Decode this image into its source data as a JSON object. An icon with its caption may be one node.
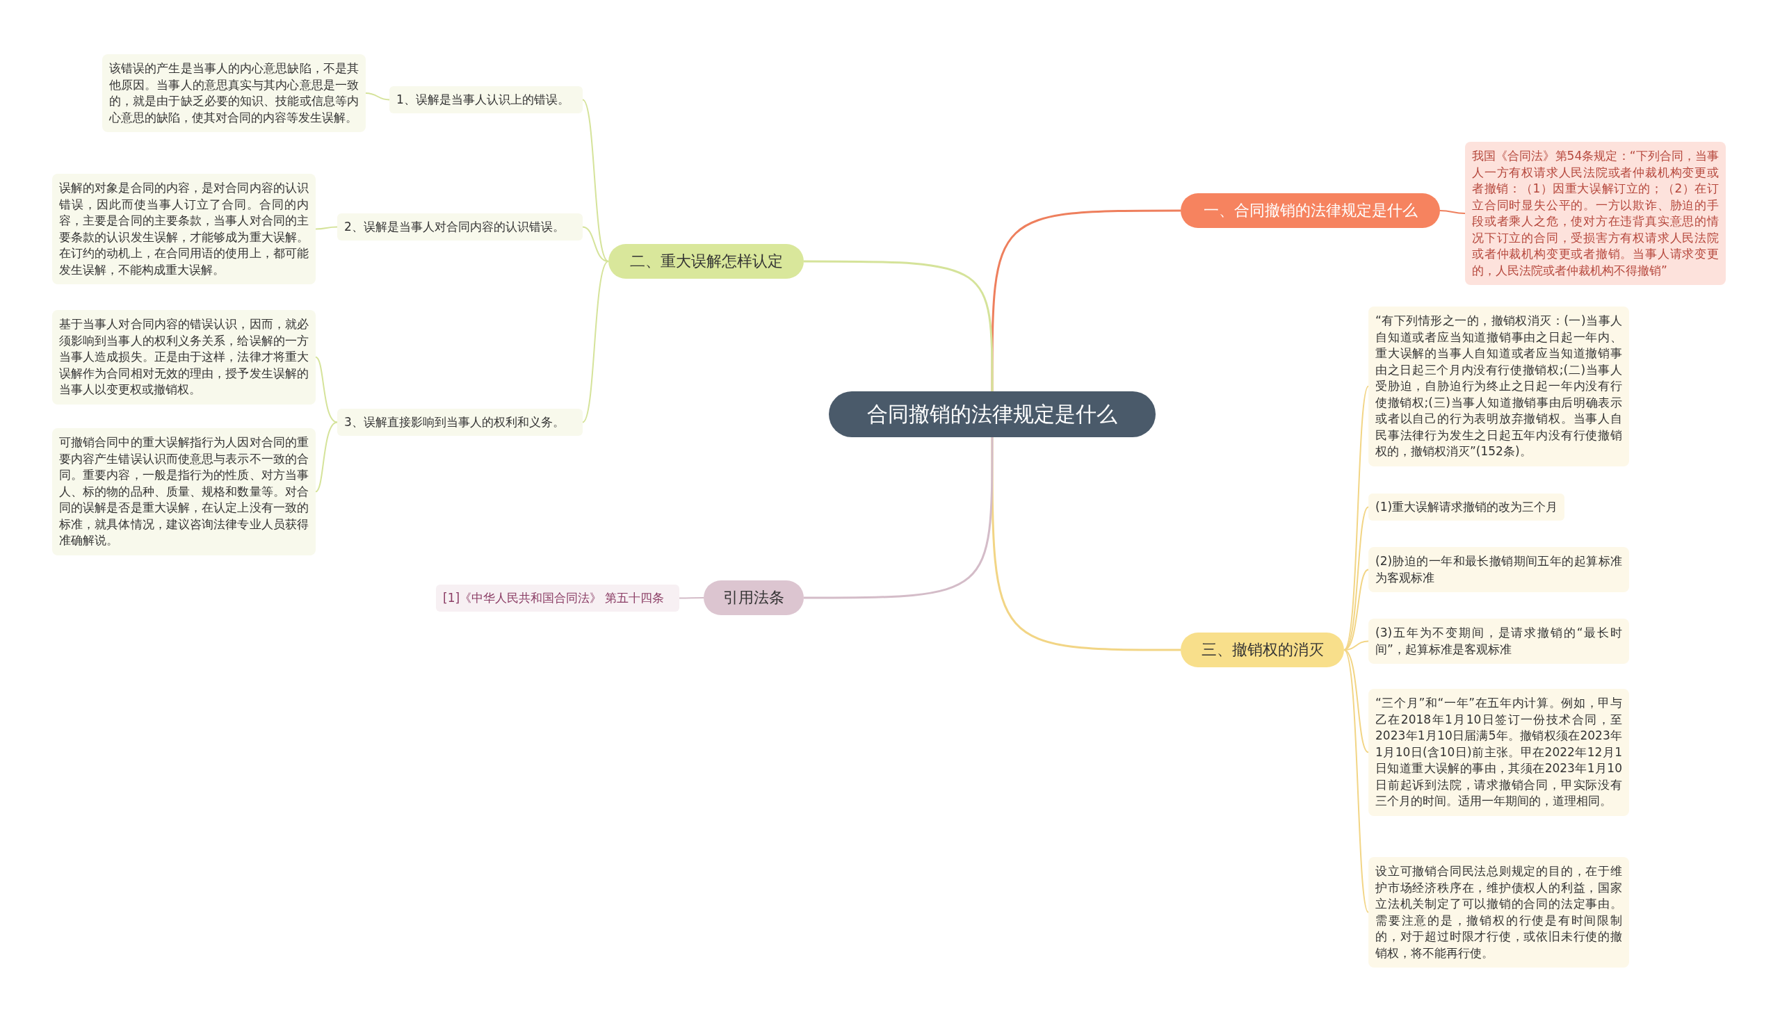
{
  "diagram": {
    "nodes": [
      {
        "text": [
          "合同撤销的法律规定是什么"
        ]
      },
      {
        "text": [
          "一、合同撤销的法律规定是什么"
        ]
      },
      {
        "text": [
          "我国《合同法》第54条规定：“下列合同，当事人一方有权请求人民法院或者仲裁机构变更或者撤销：（1）因重大误解订立的；（2）在订立合同时显失公平的。一方以欺诈、胁迫的手段或者乘人之危，使对方在违背真实意思的情况下订立的合同，受损害方有权请求人民法院或者仲裁机构变更或者撤销。当事人请求变更的，人民法院或者仲裁机构不得撤销”"
        ]
      },
      {
        "text": [
          "二、重大误解怎样认定"
        ]
      },
      {
        "text": [
          "1、误解是当事人认识上的错误。"
        ]
      },
      {
        "text": [
          "该错误的产生是当事人的内心意思缺陷，不是其他原因。当事人的意思真实与其内心意思是一致的，就是由于缺乏必要的知识、技能或信息等内心意思的缺陷，使其对合同的内容等发生误解。"
        ]
      },
      {
        "text": [
          "2、误解是当事人对合同内容的认识错误。"
        ]
      },
      {
        "text": [
          "误解的对象是合同的内容，是对合同内容的认识错误，因此而使当事人订立了合同。合同的内容，主要是合同的主要条款，当事人对合同的主要条款的认识发生误解，才能够成为重大误解。在订约的动机上，在合同用语的使用上，都可能发生误解，不能构成重大误解。"
        ]
      },
      {
        "text": [
          "3、误解直接影响到当事人的权利和义务。"
        ]
      },
      {
        "text": [
          "基于当事人对合同内容的错误认识，因而，就必须影响到当事人的权利义务关系，给误解的一方当事人造成损失。正是由于这样，法律才将重大误解作为合同相对无效的理由，授予发生误解的当事人以变更权或撤销权。"
        ]
      },
      {
        "text": [
          "可撤销合同中的重大误解指行为人因对合同的重要内容产生错误认识而使意思与表示不一致的合同。重要内容，一般是指行为的性质、对方当事人、标的物的品种、质量、规格和数量等。对合同的误解是否是重大误解，在认定上没有一致的标准，就具体情况，建议咨询法律专业人员获得准确解说。"
        ]
      },
      {
        "text": [
          "三、撤销权的消灭"
        ]
      },
      {
        "text": [
          "“有下列情形之一的，撤销权消灭：(一)当事人自知道或者应当知道撤销事由之日起一年内、重大误解的当事人自知道或者应当知道撤销事由之日起三个月内没有行使撤销权;(二)当事人受胁迫，自胁迫行为终止之日起一年内没有行使撤销权;(三)当事人知道撤销事由后明确表示或者以自己的行为表明放弃撤销权。当事人自民事法律行为发生之日起五年内没有行使撤销权的，撤销权消灭”(152条)。"
        ]
      },
      {
        "text": [
          "(1)重大误解请求撤销的改为三个月"
        ]
      },
      {
        "text": [
          "(2)胁迫的一年和最长撤销期间五年的起算标准为客观标准"
        ]
      },
      {
        "text": [
          "(3)五年为不变期间，是请求撤销的“最长时间”，起算标准是客观标准"
        ]
      },
      {
        "text": [
          "“三个月”和“一年”在五年内计算。例如，甲与乙在2018年1月10日签订一份技术合同，至2023年1月10日届满5年。撤销权须在2023年1月10日(含10日)前主张。甲在2022年12月1日知道重大误解的事由，其须在2023年1月10日前起诉到法院，请求撤销合同，甲实际没有三个月的时间。适用一年期间的，道理相同。"
        ]
      },
      {
        "text": [
          "设立可撤销合同民法总则规定的目的，在于维护市场经济秩序在，维护债权人的利益，国家立法机关制定了可以撤销的合同的法定事由。需要注意的是，撤销权的行使是有时间限制的，对于超过时限才行使，或依旧未行使的撤销权，将不能再行使。"
        ]
      },
      {
        "text": [
          "引用法条"
        ]
      },
      {
        "text": [
          "[1]《中华人民共和国合同法》 第五十四条"
        ]
      }
    ],
    "edges": [
      {
        "from": 0,
        "to": 1,
        "arrow": "none",
        "color": "#ee7f5d"
      },
      {
        "from": 1,
        "to": 2,
        "arrow": "none",
        "color": "#ee7f5d"
      },
      {
        "from": 0,
        "to": 3,
        "arrow": "none",
        "color": "#d5e39a"
      },
      {
        "from": 3,
        "to": 4,
        "arrow": "none",
        "color": "#d5e39a"
      },
      {
        "from": 4,
        "to": 5,
        "arrow": "none",
        "color": "#d5e39a"
      },
      {
        "from": 3,
        "to": 6,
        "arrow": "none",
        "color": "#d5e39a"
      },
      {
        "from": 6,
        "to": 7,
        "arrow": "none",
        "color": "#d5e39a"
      },
      {
        "from": 3,
        "to": 8,
        "arrow": "none",
        "color": "#d5e39a"
      },
      {
        "from": 8,
        "to": 9,
        "arrow": "none",
        "color": "#d5e39a"
      },
      {
        "from": 8,
        "to": 10,
        "arrow": "none",
        "color": "#d5e39a"
      },
      {
        "from": 0,
        "to": 11,
        "arrow": "none",
        "color": "#f2d585"
      },
      {
        "from": 11,
        "to": 12,
        "arrow": "none",
        "color": "#f2d585"
      },
      {
        "from": 11,
        "to": 13,
        "arrow": "none",
        "color": "#f2d585"
      },
      {
        "from": 11,
        "to": 14,
        "arrow": "none",
        "color": "#f2d585"
      },
      {
        "from": 11,
        "to": 15,
        "arrow": "none",
        "color": "#f2d585"
      },
      {
        "from": 11,
        "to": 16,
        "arrow": "none",
        "color": "#f2d585"
      },
      {
        "from": 11,
        "to": 17,
        "arrow": "none",
        "color": "#f2d585"
      },
      {
        "from": 0,
        "to": 18,
        "arrow": "none",
        "color": "#d4bcc8"
      },
      {
        "from": 18,
        "to": 19,
        "arrow": "none",
        "color": "#d4bcc8"
      }
    ]
  }
}
